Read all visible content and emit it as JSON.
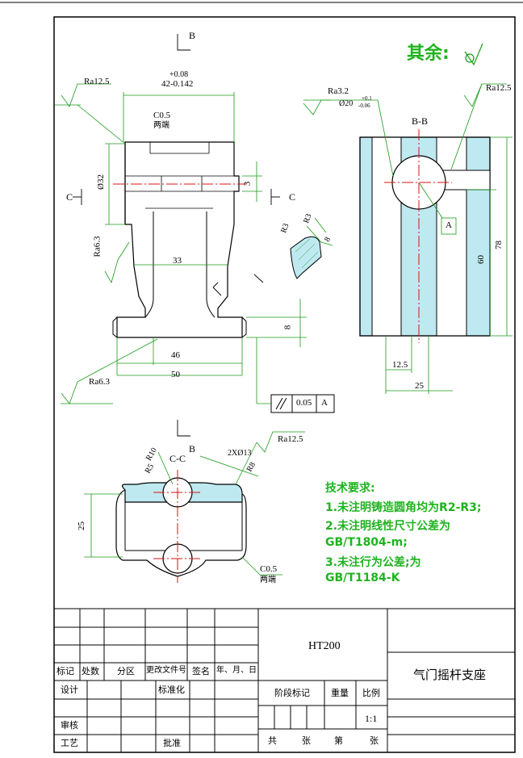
{
  "sheet": {
    "roughness_note": "其余:",
    "material": "HT200",
    "part_name": "气门摇杆支座",
    "scale": "1:1"
  },
  "views": {
    "section_bb": "B-B",
    "section_cc": "C-C",
    "cut_b": "B",
    "cut_c": "C"
  },
  "dims": {
    "width_top": "42-0.142",
    "width_tol_up": "+0.08",
    "chamfer_top": "C0.5",
    "chamfer_top_note": "两端",
    "ra_top": "Ra12.5",
    "dia_32": "Ø32",
    "dim_3": "3",
    "ra_63_left": "Ra6.3",
    "dim_33": "33",
    "dim_8": "8",
    "dim_46": "46",
    "dim_50": "50",
    "ra_63_bottom": "Ra6.3",
    "r3_a": "R3",
    "r3_b": "R3",
    "dim_8_detail": "8",
    "ra_32": "Ra3.2",
    "bore_dia": "Ø20",
    "bore_tol_up": "+0.1",
    "bore_tol_low": "-0.06",
    "ra_125_right": "Ra12.5",
    "datum_a": "A",
    "dim_60": "60",
    "dim_78": "78",
    "dim_125": "12.5",
    "dim_25": "25",
    "tol_value": "0.05",
    "tol_datum": "A",
    "r10": "R10",
    "r5": "R5",
    "holes": "2XØ13",
    "r8": "R8",
    "ra_125_cc": "Ra12.5",
    "dim_25_cc": "25",
    "chamfer_cc": "C0.5",
    "chamfer_cc_note": "两端"
  },
  "tech_notes": {
    "title": "技术要求:",
    "line1": "1.未注明铸造圆角均为R2-R3;",
    "line2": "2.未注明线性尺寸公差为",
    "line3": "GB/T1804-m;",
    "line4": "3.未注行为公差;为",
    "line5": "GB/T1184-K"
  },
  "title_block": {
    "mark": "标记",
    "count": "处数",
    "zone": "分区",
    "change_doc": "更改文件号",
    "signature": "签名",
    "date": "年、月、日",
    "design": "设计",
    "standardize": "标准化",
    "stage_mark": "阶段标记",
    "weight": "重量",
    "ratio": "比例",
    "review": "审核",
    "process": "工艺",
    "approve": "批准",
    "total": "共",
    "sheets_a": "张",
    "sheet_no": "第",
    "sheets_b": "张"
  }
}
